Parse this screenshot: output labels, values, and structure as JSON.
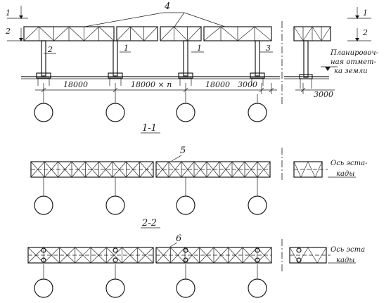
{
  "labels": {
    "truss_group": "4",
    "section_mark_top_1": "1",
    "section_mark_top_2": "2",
    "section_mark_right_1": "1",
    "section_mark_right_2": "2",
    "column_2": "2",
    "column_1a": "1",
    "column_1b": "1",
    "column_3": "3",
    "section_1_1": "1-1",
    "section_2_2": "2-2",
    "frame_5": "5",
    "frame_6": "6"
  },
  "dimensions": {
    "span_1": "18000",
    "span_2": "18000 × n",
    "span_3": "18000",
    "offset_right": "3000",
    "offset_far": "3000"
  },
  "notes": {
    "grade_line_1": "Планировоч-",
    "grade_line_2": "ная отмет-",
    "grade_line_3": "ка земли",
    "axis_a_1": "Ось эста-",
    "axis_a_2": "кады",
    "axis_b_1": "Ось эста",
    "axis_b_2": "кады"
  }
}
